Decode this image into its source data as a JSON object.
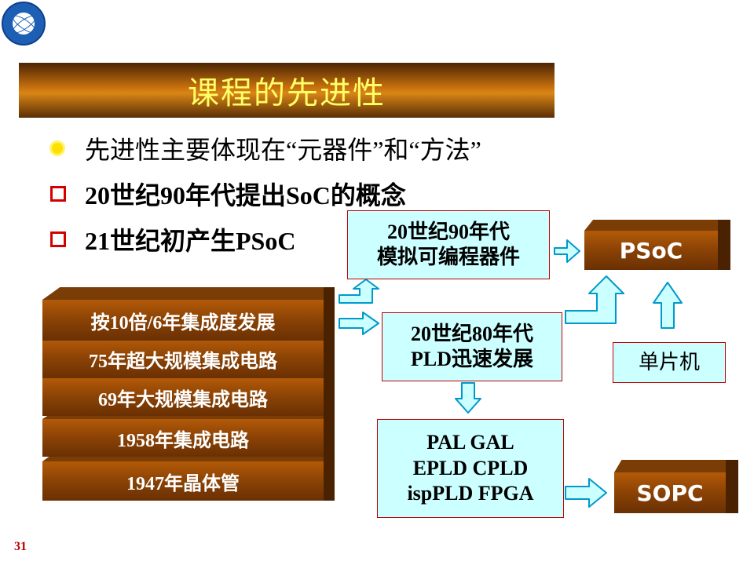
{
  "slide": {
    "title": "课程的先进性",
    "page_number": "31"
  },
  "bullets": [
    {
      "text": "先进性主要体现在“元器件”和“方法”",
      "marker": "sun-bullet"
    },
    {
      "text": "20世纪90年代提出SoC的概念",
      "marker": "square-bullet"
    },
    {
      "text": "21世纪初产生PSoC",
      "marker": "square-bullet"
    }
  ],
  "stack": [
    "按10倍/6年集成度发展",
    "75年超大规模集成电路",
    "69年大规模集成电路",
    "1958年集成电路",
    "1947年晶体管"
  ],
  "boxes": {
    "analog_line1": "20世纪90年代",
    "analog_line2": "模拟可编程器件",
    "pld_line1": "20世纪80年代",
    "pld_line2": "PLD迅速发展",
    "devices_line1": "PAL  GAL",
    "devices_line2": "EPLD  CPLD",
    "devices_line3": "ispPLD FPGA",
    "mcu": "单片机"
  },
  "targets": {
    "psoc": "PSoC",
    "sopc": "SOPC"
  },
  "colors": {
    "title_text": "#ffff66",
    "box_fill": "#ccffff",
    "box_border": "#c00000",
    "brown": "#8a4205",
    "arrow_fill": "#ccffff",
    "arrow_stroke": "#0099cc"
  }
}
